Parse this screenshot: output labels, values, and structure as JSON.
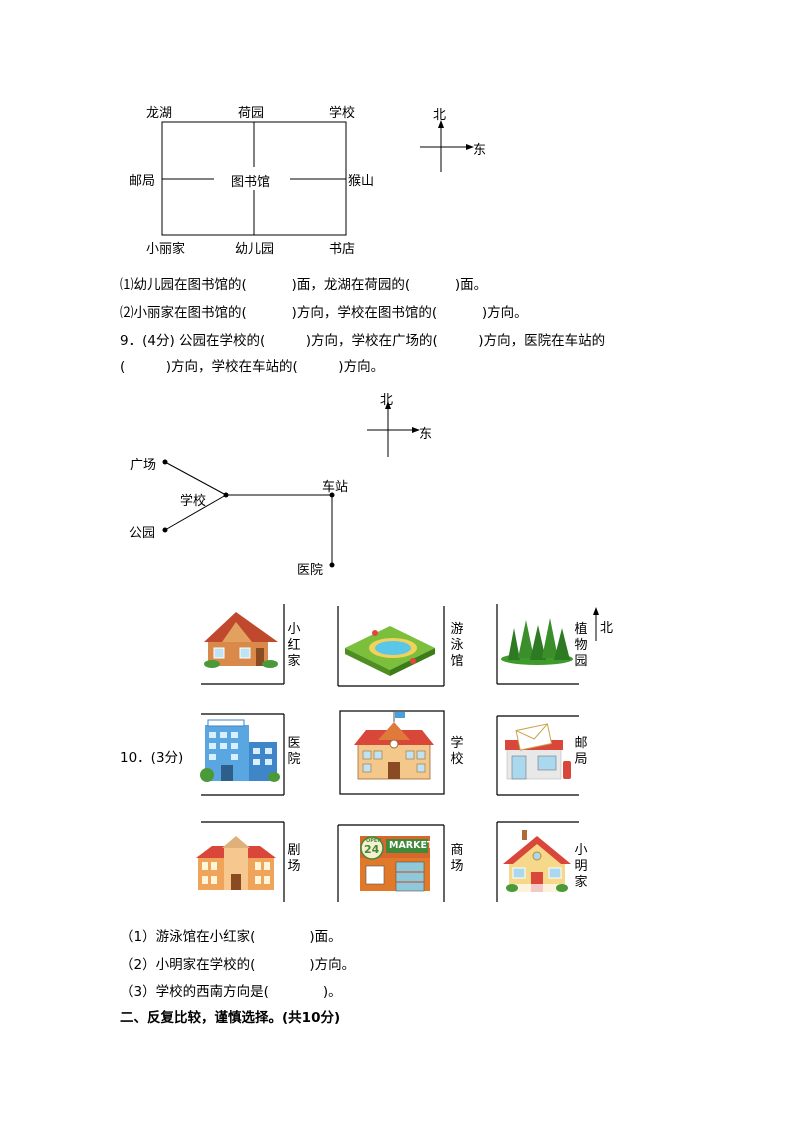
{
  "map1": {
    "labels": {
      "longhu": "龙湖",
      "heyuan": "荷园",
      "xuexiao": "学校",
      "youju": "邮局",
      "tushuguan": "图书馆",
      "houshan": "猴山",
      "xiaolijia": "小丽家",
      "youeryuan": "幼儿园",
      "shudian": "书店"
    },
    "compass": {
      "north": "北",
      "east": "东"
    },
    "q1": "⑴幼儿园在图书馆的(　　　 )面，龙湖在荷园的(　　　 )面。",
    "q2": "⑵小丽家在图书馆的(　　　 )方向，学校在图书馆的(　　　 )方向。"
  },
  "q9": {
    "line1": "9．(4分) 公园在学校的(　　　)方向，学校在广场的(　　　)方向，医院在车站的",
    "line2": "(　　　)方向，学校在车站的(　　　)方向。",
    "compass": {
      "north": "北",
      "east": "东"
    },
    "labels": {
      "guangchang": "广场",
      "xuexiao": "学校",
      "gongyuan": "公园",
      "chezhan": "车站",
      "yiyuan": "医院"
    }
  },
  "q10": {
    "label": "10．(3分)",
    "north": "北",
    "cells": [
      {
        "name": "小红家",
        "icon": "house-icon"
      },
      {
        "name": "游泳馆",
        "icon": "pool-icon"
      },
      {
        "name": "植物园",
        "icon": "trees-icon"
      },
      {
        "name": "医院",
        "icon": "hospital-icon"
      },
      {
        "name": "学校",
        "icon": "school-icon"
      },
      {
        "name": "邮局",
        "icon": "post-office-icon"
      },
      {
        "name": "剧场",
        "icon": "theater-icon"
      },
      {
        "name": "商场",
        "icon": "market-icon"
      },
      {
        "name": "小明家",
        "icon": "cottage-icon"
      }
    ],
    "market_sign": "MARKET",
    "market_open": "OPEN",
    "market_24": "24",
    "q1": "（1）游泳馆在小红家(　　　　)面。",
    "q2": "（2）小明家在学校的(　　　　)方向。",
    "q3": "（3）学校的西南方向是(　　　　)。"
  },
  "section2": "二、反复比较，谨慎选择。(共10分)"
}
